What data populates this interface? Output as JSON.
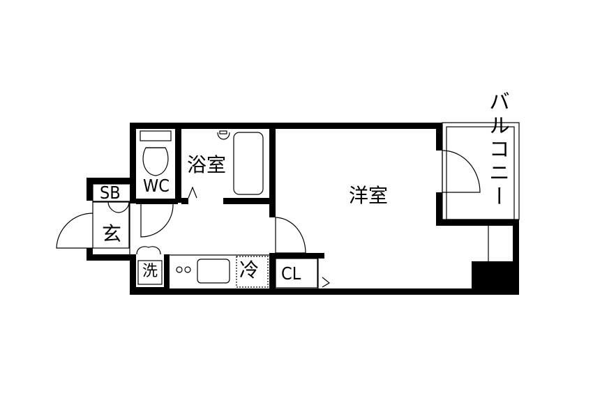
{
  "rooms": {
    "balcony": "バルコニー",
    "wc": "WC",
    "bath": "浴室",
    "western_room": "洋室",
    "shoe_box": "SB",
    "entrance": "玄",
    "washer": "洗",
    "fridge": "冷",
    "closet": "CL"
  },
  "colors": {
    "wall": "#000000",
    "background": "#ffffff"
  }
}
